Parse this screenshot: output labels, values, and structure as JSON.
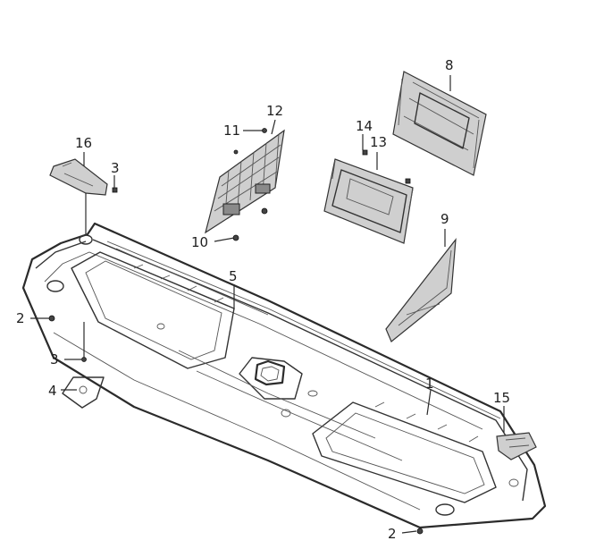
{
  "callouts": {
    "c1": "1",
    "c2a": "2",
    "c2b": "2",
    "c3a": "3",
    "c3b": "3",
    "c4": "4",
    "c5": "5",
    "c8": "8",
    "c9": "9",
    "c10": "10",
    "c11": "11",
    "c12": "12",
    "c13": "13",
    "c14": "14",
    "c15": "15",
    "c16": "16"
  }
}
